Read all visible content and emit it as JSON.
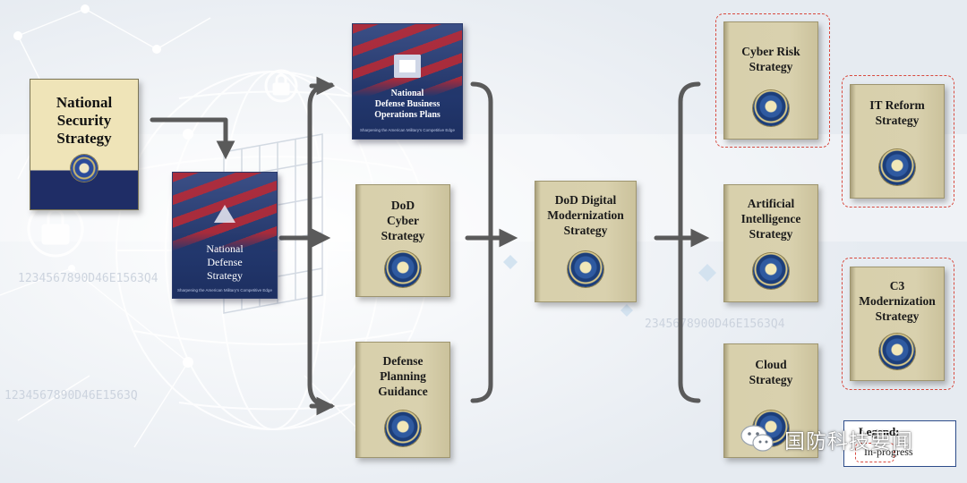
{
  "colors": {
    "arrow": "#5a5a5a",
    "in_progress_border": "#d84a3f",
    "legend_border": "#2d4c8a",
    "book_face": "#d9d1ae"
  },
  "icons": [
    "lock-icon",
    "padlock-icon",
    "dod-seal-icon",
    "presidential-seal-icon",
    "eagle-icon",
    "wechat-logo-icon"
  ],
  "background": {
    "code_strings": [
      "1234567890D46E1563Q4",
      "2345678900D46E1563Q4",
      "1234567890D46E1563Q"
    ]
  },
  "documents": {
    "nss": {
      "title": "National\nSecurity\nStrategy"
    },
    "nds": {
      "title": "National\nDefense\nStrategy",
      "tagline": "Sharpening the American Military's Competitive Edge"
    },
    "ndbop": {
      "title": "National\nDefense Business\nOperations Plans",
      "tagline": "Sharpening the American Military's Competitive Edge"
    },
    "cyber": {
      "title": "DoD\nCyber\nStrategy"
    },
    "dpg": {
      "title": "Defense\nPlanning\nGuidance"
    },
    "dms": {
      "title": "DoD Digital\nModernization\nStrategy"
    },
    "cyber_risk": {
      "title": "Cyber Risk\nStrategy",
      "in_progress": true
    },
    "ai": {
      "title": "Artificial\nIntelligence\nStrategy",
      "in_progress": false
    },
    "cloud": {
      "title": "Cloud\nStrategy",
      "in_progress": false
    },
    "it_reform": {
      "title": "IT Reform\nStrategy",
      "in_progress": true
    },
    "c3": {
      "title": "C3\nModernization\nStrategy",
      "in_progress": true
    }
  },
  "legend": {
    "title": "Legend:",
    "label": "In-progress"
  },
  "watermark": {
    "text": "国防科技要闻"
  }
}
